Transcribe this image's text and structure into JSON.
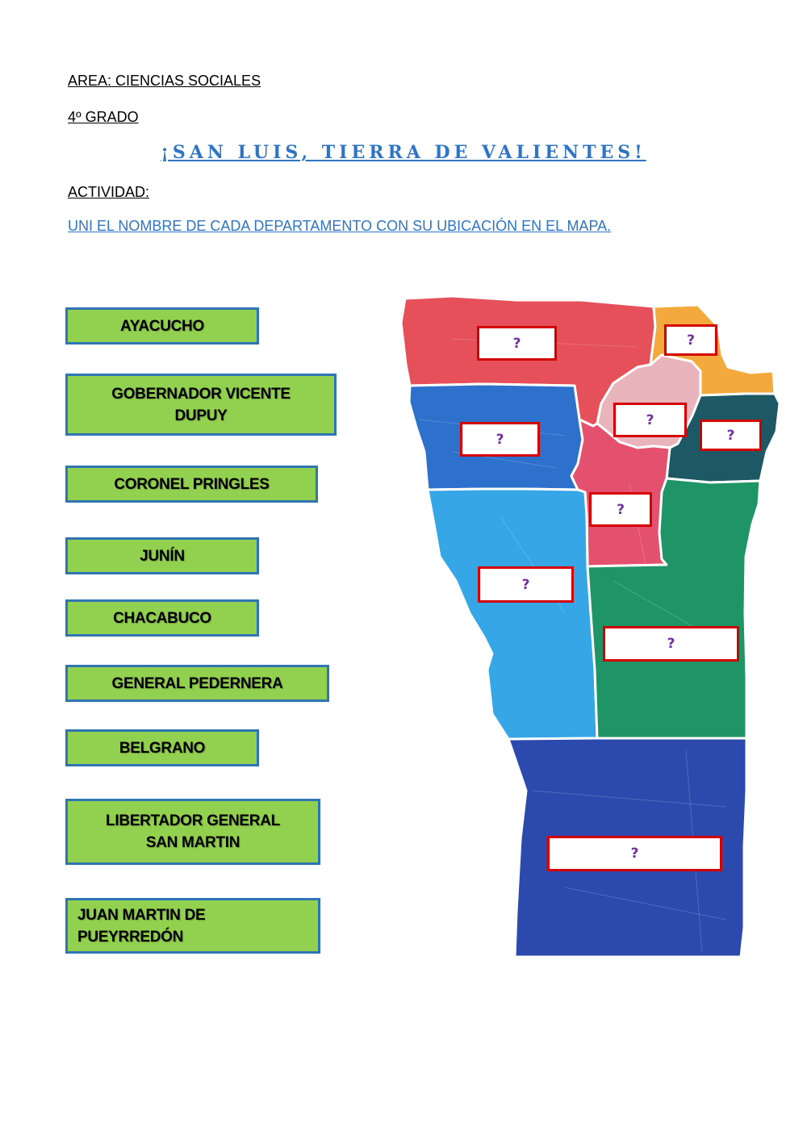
{
  "header": {
    "area": "AREA: CIENCIAS SOCIALES",
    "grade": "4º GRADO",
    "title": "¡SAN LUIS, TIERRA DE VALIENTES!",
    "activity_label": "ACTIVIDAD:",
    "instruction": "UNI EL NOMBRE DE CADA DEPARTAMENTO CON SU UBICACIÓN EN EL MAPA."
  },
  "departments": [
    {
      "line1": "AYACUCHO",
      "line2": ""
    },
    {
      "line1": "GOBERNADOR VICENTE",
      "line2": "DUPUY"
    },
    {
      "line1": "CORONEL PRINGLES",
      "line2": ""
    },
    {
      "line1": "JUNÍN",
      "line2": ""
    },
    {
      "line1": "CHACABUCO",
      "line2": ""
    },
    {
      "line1": "GENERAL PEDERNERA",
      "line2": ""
    },
    {
      "line1": "BELGRANO",
      "line2": ""
    },
    {
      "line1": "LIBERTADOR GENERAL",
      "line2": "SAN MARTIN"
    },
    {
      "line1": "JUAN MARTIN DE",
      "line2": "PUEYRREDÓN"
    }
  ],
  "map": {
    "region_colors": {
      "north_west": "#e5505a",
      "north_east": "#f4a93c",
      "center_pink": "#eab4bc",
      "east_teal": "#1e5865",
      "west_blue": "#2d71cc",
      "center_red": "#e3516e",
      "sky_blue": "#36a6e6",
      "green": "#1f9567",
      "south_navy": "#2c49ad"
    },
    "drop_zone_mark": "?",
    "drop_zones": [
      "?",
      "?",
      "?",
      "?",
      "?",
      "?",
      "?",
      "?",
      "?"
    ]
  },
  "colors": {
    "accent_blue": "#2e75c4",
    "name_box_fill": "#92d050",
    "name_box_border": "#2e75b6",
    "drop_zone_border": "#d40000",
    "question_mark": "#7030a0"
  }
}
